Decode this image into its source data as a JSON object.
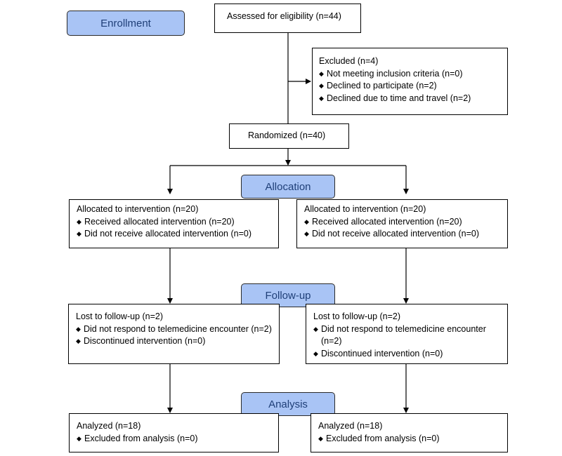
{
  "stages": {
    "enrollment": "Enrollment",
    "allocation": "Allocation",
    "follow_up": "Follow-up",
    "analysis": "Analysis"
  },
  "assessed": "Assessed for eligibility (n=44)",
  "excluded": {
    "title": "Excluded (n=4)",
    "items": [
      "Not meeting inclusion criteria (n=0)",
      "Declined to participate (n=2)",
      "Declined due to time and travel (n=2)"
    ]
  },
  "randomized": "Randomized (n=40)",
  "allocation": {
    "left": {
      "title": "Allocated to intervention (n=20)",
      "items": [
        "Received allocated intervention (n=20)",
        "Did not receive allocated intervention (n=0)"
      ]
    },
    "right": {
      "title": "Allocated to intervention (n=20)",
      "items": [
        "Received allocated intervention (n=20)",
        "Did not receive allocated intervention (n=0)"
      ]
    }
  },
  "follow_up": {
    "left": {
      "title": "Lost to follow-up (n=2)",
      "items": [
        "Did not respond to telemedicine encounter (n=2)",
        "Discontinued intervention (n=0)"
      ]
    },
    "right": {
      "title": "Lost to follow-up (n=2)",
      "items": [
        "Did not respond to telemedicine encounter (n=2)",
        "Discontinued intervention (n=0)"
      ]
    }
  },
  "analysis": {
    "left": {
      "title": "Analyzed (n=18)",
      "items": [
        "Excluded from analysis (n=0)"
      ]
    },
    "right": {
      "title": "Analyzed (n=18)",
      "items": [
        "Excluded from analysis (n=0)"
      ]
    }
  }
}
